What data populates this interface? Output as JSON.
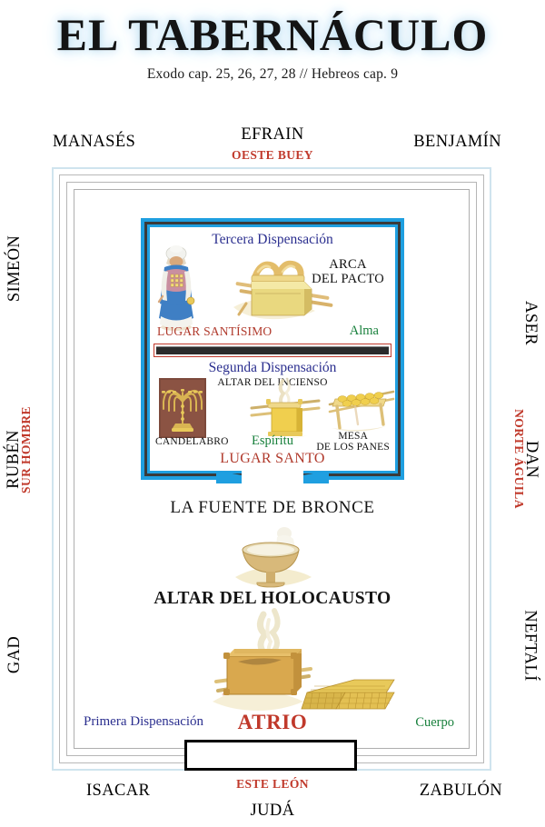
{
  "header": {
    "title": "EL TABERNÁCULO",
    "subtitle": "Exodo cap. 25, 26, 27, 28  //  Hebreos cap. 9"
  },
  "tribes": {
    "north_edge_top": [
      {
        "name": "MANASÉS"
      },
      {
        "name": "EFRAIN"
      },
      {
        "name": "BENJAMÍN"
      }
    ],
    "top_direction": "OESTE BUEY",
    "bottom_direction": "ESTE  LEÓN",
    "south_edge_bottom": [
      {
        "name": "ISACAR"
      },
      {
        "name": "JUDÁ"
      },
      {
        "name": "ZABULÓN"
      }
    ],
    "left_side": [
      {
        "name": "SIMEÓN"
      },
      {
        "name": "RUBÉN"
      },
      {
        "name": "GAD"
      }
    ],
    "left_direction": "SUR HOMBRE",
    "right_side": [
      {
        "name": "ASER"
      },
      {
        "name": "DAN"
      },
      {
        "name": "NEFTALÍ"
      }
    ],
    "right_direction": "NORTE ÁGUILA"
  },
  "sanctuary": {
    "holy_of_holies": {
      "dispensation": "Tercera Dispensación",
      "ark_label_line1": "ARCA",
      "ark_label_line2": "DEL PACTO",
      "place_name": "LUGAR SANTÍSIMO",
      "aspect": "Alma"
    },
    "holy_place": {
      "dispensation": "Segunda Dispensación",
      "incense_altar": "ALTAR DEL INCIENSO",
      "lampstand": "CANDELABRO",
      "aspect": "Espíritu",
      "table_line1": "MESA",
      "table_line2": "DE LOS PANES",
      "place_name": "LUGAR SANTO"
    }
  },
  "courtyard": {
    "laver": "LA FUENTE DE BRONCE",
    "altar": "ALTAR DEL HOLOCAUSTO",
    "dispensation": "Primera Dispensación",
    "place_name": "ATRIO",
    "aspect": "Cuerpo"
  },
  "colors": {
    "accent_red": "#c0392b",
    "accent_blue": "#2b2f8f",
    "accent_green": "#18803c",
    "frame_blue": "#1f9fe0",
    "gold": "#e8c95a"
  },
  "icons": {
    "high_priest": "high-priest-icon",
    "ark": "ark-of-covenant-icon",
    "menorah": "menorah-icon",
    "incense_altar": "incense-altar-icon",
    "showbread_table": "showbread-table-icon",
    "laver": "bronze-laver-icon",
    "burnt_altar": "burnt-offering-altar-icon",
    "grate": "bronze-grate-icon"
  }
}
